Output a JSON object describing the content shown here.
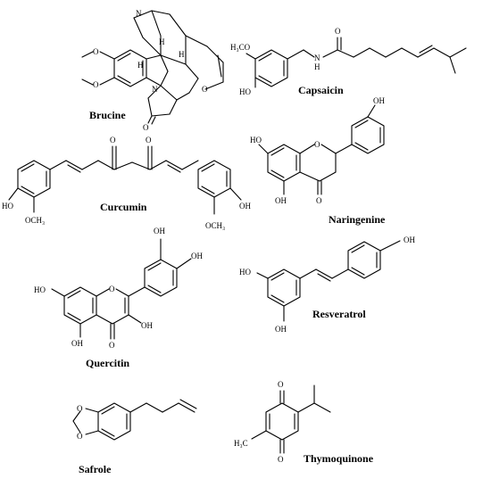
{
  "compounds": {
    "brucine": {
      "name": "Brucine",
      "labels": {
        "n_top": "N",
        "h_left": "H",
        "h_mid": "H",
        "h_right": "H",
        "n_bottom": "N",
        "o_ring": "O",
        "o_carbonyl": "O"
      }
    },
    "capsaicin": {
      "name": "Capsaicin",
      "labels": {
        "methoxy": "H₃CO",
        "nh": "N",
        "h_on_n": "H",
        "o_carbonyl": "O",
        "hydroxyl": "HO"
      }
    },
    "curcumin": {
      "name": "Curcumin",
      "labels": {
        "o1": "O",
        "o2": "O",
        "ho_left": "HO",
        "oh_right": "OH",
        "methoxy_left": "OCH₃",
        "methoxy_right": "OCH₃"
      }
    },
    "naringenine": {
      "name": "Naringenine",
      "labels": {
        "ho_top": "HO",
        "o_ring": "O",
        "oh_right": "OH",
        "oh_bottom": "OH",
        "o_carbonyl": "O"
      }
    },
    "quercitin": {
      "name": "Quercitin",
      "labels": {
        "oh_top1": "OH",
        "oh_top2": "OH",
        "ho_left": "HO",
        "o_ring": "O",
        "oh_3": "OH",
        "oh_5": "OH",
        "o_carbonyl": "O"
      }
    },
    "resveratrol": {
      "name": "Resveratrol",
      "labels": {
        "oh_para": "OH",
        "ho_left": "HO",
        "oh_bottom": "OH"
      }
    },
    "safrole": {
      "name": "Safrole",
      "labels": {
        "o1": "O",
        "o2": "O"
      }
    },
    "thymoquinone": {
      "name": "Thymoquinone",
      "labels": {
        "o_top": "O",
        "o_bottom": "O",
        "methyl": "H₃C"
      }
    }
  }
}
